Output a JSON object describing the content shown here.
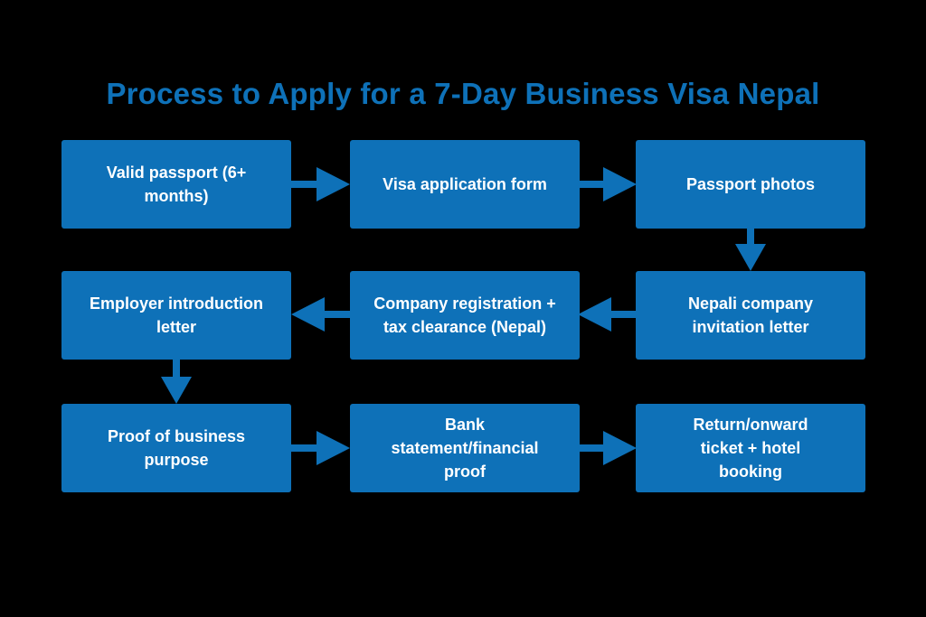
{
  "title": "Process to Apply for a 7-Day Business Visa Nepal",
  "colors": {
    "bg": "#000000",
    "box": "#0E71B8",
    "box_text": "#FFFFFF",
    "title": "#0E71B8"
  },
  "nodes": [
    {
      "id": "valid-passport",
      "label": "Valid passport (6+\nmonths)"
    },
    {
      "id": "visa-application-form",
      "label": "Visa application form"
    },
    {
      "id": "passport-photos",
      "label": "Passport photos"
    },
    {
      "id": "nepali-invitation",
      "label": "Nepali company\ninvitation letter"
    },
    {
      "id": "company-registration",
      "label": "Company registration +\ntax clearance (Nepal)"
    },
    {
      "id": "employer-letter",
      "label": "Employer introduction\nletter"
    },
    {
      "id": "proof-of-purpose",
      "label": "Proof of business\npurpose"
    },
    {
      "id": "bank-statement",
      "label": "Bank\nstatement/financial\nproof"
    },
    {
      "id": "return-ticket",
      "label": "Return/onward\nticket + hotel\nbooking"
    }
  ],
  "edges": [
    {
      "from": "valid-passport",
      "to": "visa-application-form",
      "direction": "right"
    },
    {
      "from": "visa-application-form",
      "to": "passport-photos",
      "direction": "right"
    },
    {
      "from": "passport-photos",
      "to": "nepali-invitation",
      "direction": "down"
    },
    {
      "from": "nepali-invitation",
      "to": "company-registration",
      "direction": "left"
    },
    {
      "from": "company-registration",
      "to": "employer-letter",
      "direction": "left"
    },
    {
      "from": "employer-letter",
      "to": "proof-of-purpose",
      "direction": "down"
    },
    {
      "from": "proof-of-purpose",
      "to": "bank-statement",
      "direction": "right"
    },
    {
      "from": "bank-statement",
      "to": "return-ticket",
      "direction": "right"
    }
  ]
}
